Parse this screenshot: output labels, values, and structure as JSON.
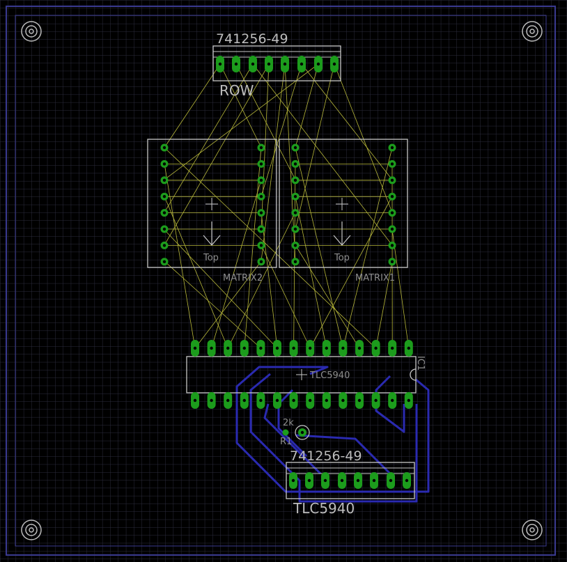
{
  "board": {
    "colors": {
      "background": "#000000",
      "grid": "#2c2c3e",
      "outline": "#3a3a90",
      "silk": "#c8c8c8",
      "pad": "#1c9c1c",
      "airwire": "#b8b83a",
      "trace": "#2a2ab0"
    },
    "mounting_holes": 4
  },
  "components": {
    "row_header": {
      "name": "741256-49",
      "value": "ROW"
    },
    "matrix2": {
      "name": "MATRIX2",
      "top": "Top"
    },
    "matrix1": {
      "name": "MATRIX1",
      "top": "Top"
    },
    "ic1": {
      "name": "IC1",
      "value": "TLC5940"
    },
    "r1": {
      "name": "R1",
      "value": "2k"
    },
    "tlc_header": {
      "name": "741256-49",
      "value": "TLC5940"
    }
  }
}
